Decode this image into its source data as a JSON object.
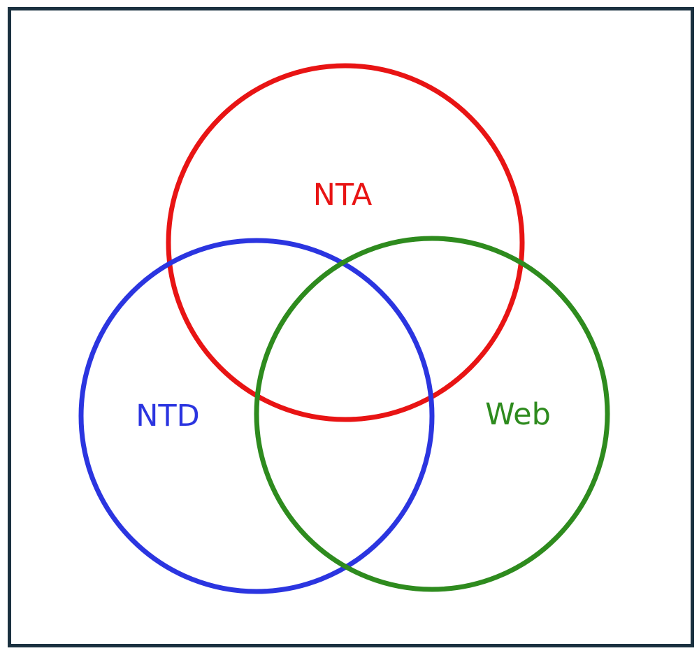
{
  "diagram": {
    "type": "venn",
    "description": "Three-set Venn diagram of overlapping circles",
    "background_color": "#ffffff",
    "border_color": "#1b3140",
    "sets": [
      {
        "label": "NTA",
        "color": "#e81414",
        "position": "top"
      },
      {
        "label": "NTD",
        "color": "#2b35e0",
        "position": "bottom-left"
      },
      {
        "label": "Web",
        "color": "#2e8b1e",
        "position": "bottom-right"
      }
    ]
  }
}
